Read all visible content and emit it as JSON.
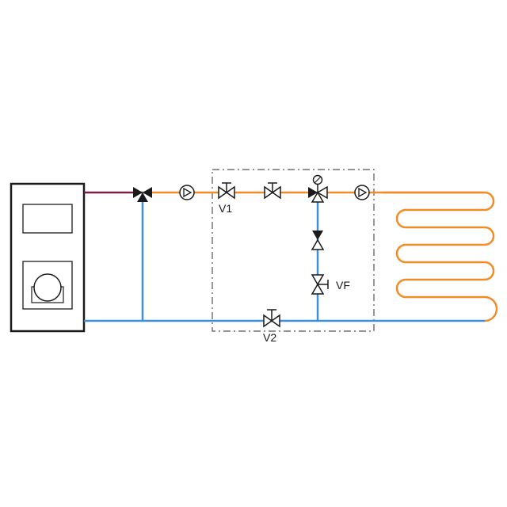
{
  "colors": {
    "supply": "#f28c28",
    "return": "#3d8fd9",
    "boiler_out": "#7a1f4d",
    "outline": "#1a1a1a",
    "boundary": "#555555"
  },
  "labels": {
    "v1": "V1",
    "v2": "V2",
    "vf": "VF"
  },
  "components": {
    "boiler": "boiler-unit",
    "mixing_valve_main": "three-way-mixing-valve",
    "pump_primary": "circulation-pump",
    "valve_v1": "gate-valve",
    "valve_mid": "gate-valve",
    "mixing_valve_station": "three-way-thermostatic-valve",
    "pump_secondary": "circulation-pump",
    "check_valve": "check-valve",
    "valve_vf": "gate-valve",
    "valve_v2": "gate-valve",
    "heating_loop": "underfloor-heating-coil"
  }
}
